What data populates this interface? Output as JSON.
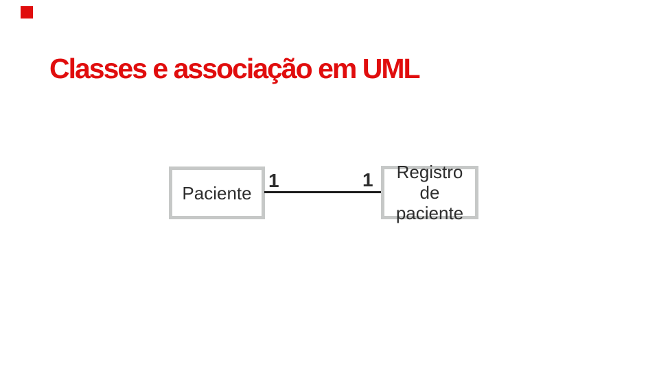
{
  "slide": {
    "title": "Classes e associação em UML"
  },
  "colors": {
    "background": "#ffffff",
    "title_red": "#e00d0d",
    "accent_red": "#e00d0d",
    "box_border": "#c6c8c7",
    "diagram_text": "#2d2d2d",
    "line_black": "#1b1b1b"
  },
  "diagram": {
    "type": "uml-class-association",
    "left_class": {
      "name": "Paciente"
    },
    "right_class": {
      "name_line1": "Registro",
      "name_line2": "de paciente"
    },
    "association": {
      "left_multiplicity": "1",
      "right_multiplicity": "1"
    }
  }
}
